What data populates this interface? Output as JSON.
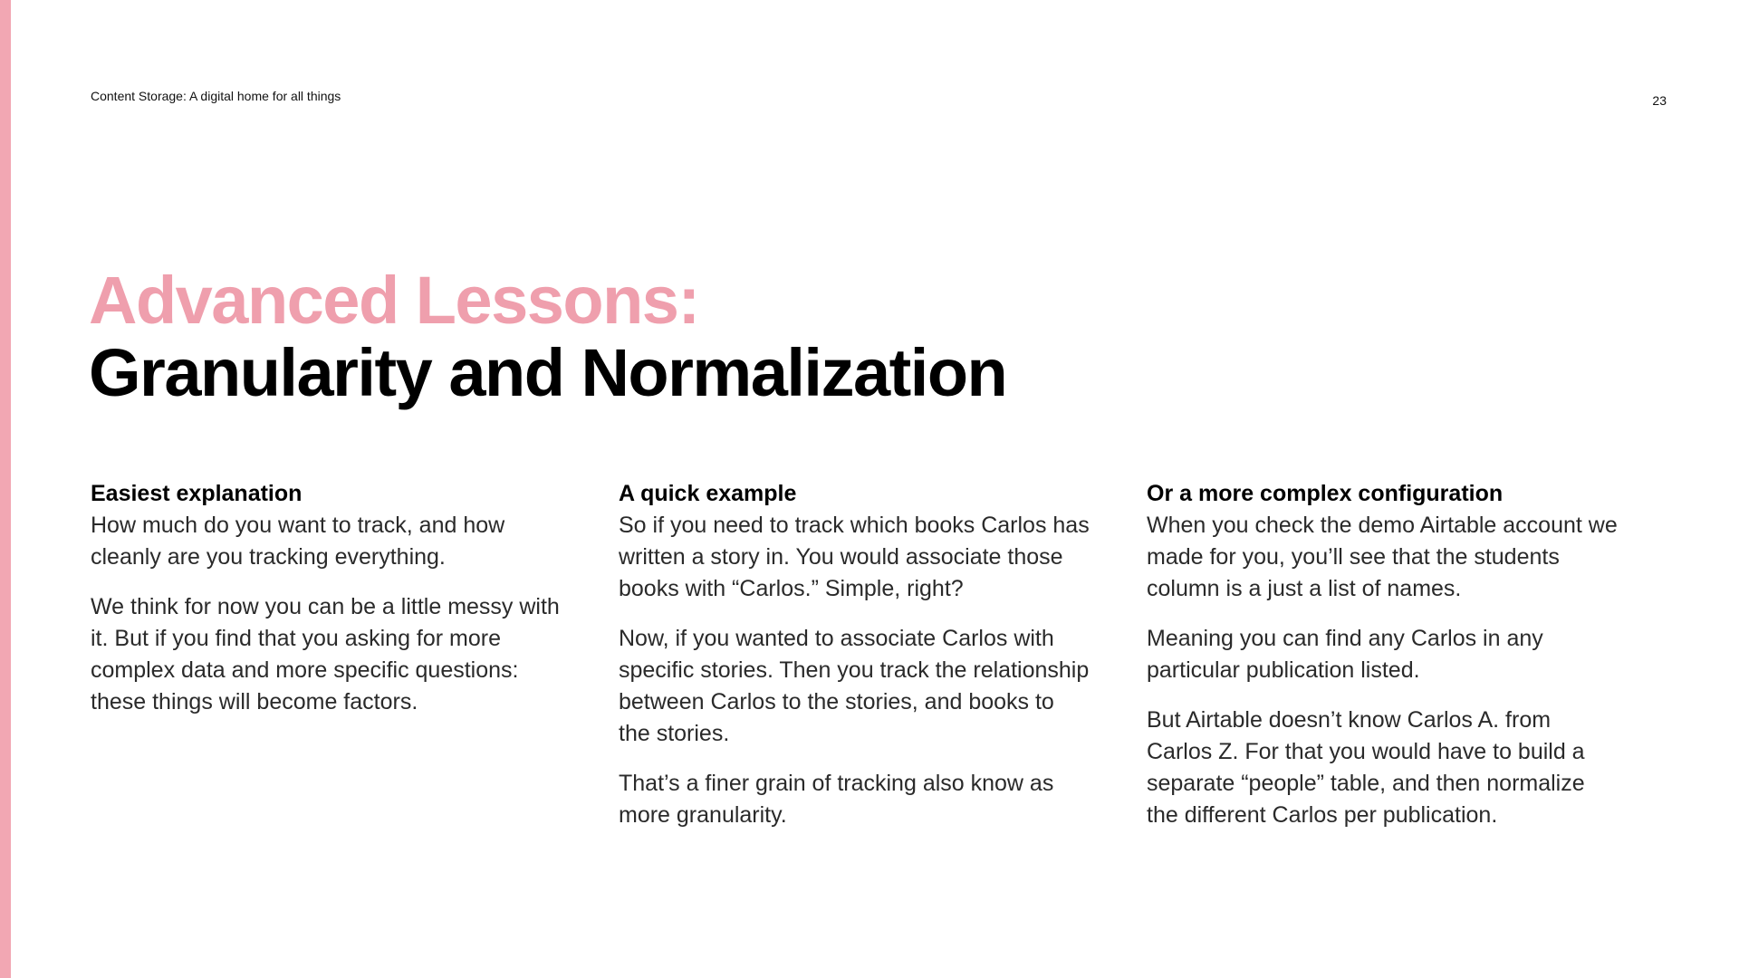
{
  "theme": {
    "accent_color": "#f2a7b3",
    "title_pink": "#ef9fad",
    "text_dark": "#000000"
  },
  "header": {
    "running_title": "Content Storage: A digital home for all things",
    "page_number": "23"
  },
  "title": {
    "line1": "Advanced Lessons:",
    "line2": "Granularity and Normalization"
  },
  "columns": [
    {
      "heading": "Easiest explanation",
      "paragraphs": [
        "How much do you want to track, and how cleanly are you tracking everything.",
        "We think for now you can be a little messy with it. But if you find that you asking for more complex data and more specific questions: these things will become factors."
      ]
    },
    {
      "heading": "A quick example",
      "paragraphs": [
        "So if you need to track which books Carlos has written a story in. You would associate those books with “Carlos.” Simple, right?",
        "Now, if you wanted to associate Carlos with specific stories. Then you track the relationship between Carlos to the stories, and books to the stories.",
        "That’s a finer grain of tracking also know as more granularity."
      ]
    },
    {
      "heading": "Or a more complex configuration",
      "paragraphs": [
        "When you check the demo Airtable account we made for you, you’ll see that the students column is a just a list of names.",
        "Meaning you can find any Carlos in any particular publication listed.",
        "But Airtable doesn’t know Carlos A. from Carlos Z. For that you would have to build a separate “people” table, and then normalize the different Carlos per publication."
      ]
    }
  ]
}
